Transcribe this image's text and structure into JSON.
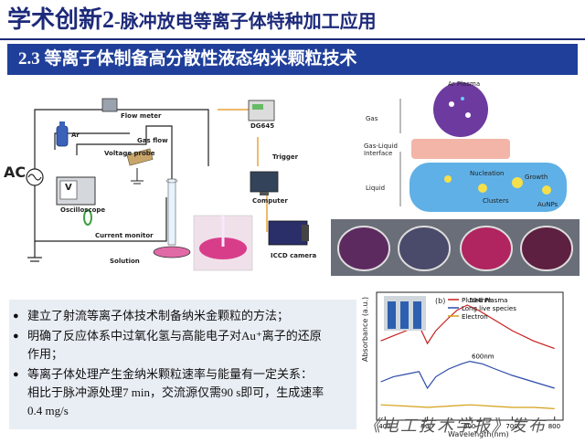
{
  "header": {
    "title_main": "学术创新2",
    "title_sub": "-脉冲放电等离子体特种加工应用"
  },
  "section": {
    "banner": "2.3 等离子体制备高分散性液态纳米颗粒技术"
  },
  "diagram": {
    "labels": {
      "ac": "AC",
      "flow_meter": "Flow meter",
      "ar": "Ar",
      "gas_flow": "Gas flow",
      "dg645": "DG645",
      "trigger": "Trigger",
      "voltage_probe": "Voltage probe",
      "oscilloscope": "Oscilloscope",
      "v": "V",
      "current_monitor": "Current monitor",
      "solution": "Solution",
      "computer": "Computer",
      "iccd": "ICCD camera"
    }
  },
  "schematic": {
    "ar_plasma": "Ar Plasma",
    "gas": "Gas",
    "interface": "Gas-Liquid\nInterface",
    "liquid": "Liquid",
    "nucleation": "Nucleation",
    "growth": "Growth",
    "clusters": "Clusters",
    "aunps": "AuNPs"
  },
  "bullets": [
    {
      "text": "建立了射流等离子体技术制备纳米金颗粒的方法；"
    },
    {
      "text": "明确了反应体系中过氧化氢与高能电子对Au⁺离子的还原"
    },
    {
      "text": "作用；",
      "continuation": true
    },
    {
      "text": "等离子体处理产生金纳米颗粒速率与能量有一定关系："
    },
    {
      "text": "相比于脉冲源处理7 min，交流源仅需90 s即可，生成速率",
      "continuation": true
    },
    {
      "text": "0.4 mg/s",
      "continuation": true
    }
  ],
  "chart_data": {
    "type": "line",
    "panel_label": "(b)",
    "xlabel": "Wavelength(nm)",
    "ylabel": "Absorbance (a.u.)",
    "xlim": [
      380,
      820
    ],
    "xticks": [
      400,
      500,
      600,
      700,
      800
    ],
    "series": [
      {
        "name": "Plused Plasma",
        "color": "#c81e1e",
        "x": [
          390,
          420,
          450,
          480,
          500,
          520,
          550,
          570,
          594,
          620,
          650,
          700,
          750,
          800
        ],
        "y": [
          0.62,
          0.66,
          0.7,
          0.74,
          0.6,
          0.7,
          0.8,
          0.86,
          0.9,
          0.86,
          0.8,
          0.7,
          0.62,
          0.56
        ]
      },
      {
        "name": "Long live species",
        "color": "#2b4aa8",
        "x": [
          390,
          420,
          450,
          480,
          500,
          520,
          550,
          580,
          600,
          630,
          660,
          700,
          750,
          800
        ],
        "y": [
          0.3,
          0.34,
          0.36,
          0.38,
          0.25,
          0.34,
          0.4,
          0.44,
          0.46,
          0.44,
          0.4,
          0.35,
          0.3,
          0.25
        ]
      },
      {
        "name": "Electron",
        "color": "#d4a017",
        "x": [
          390,
          450,
          500,
          550,
          600,
          650,
          700,
          750,
          800
        ],
        "y": [
          0.12,
          0.11,
          0.1,
          0.11,
          0.12,
          0.11,
          0.1,
          0.1,
          0.09
        ]
      }
    ],
    "annotations": [
      {
        "text": "594nm",
        "x": 594,
        "y": 0.9
      },
      {
        "text": "600nm",
        "x": 600,
        "y": 0.46
      }
    ]
  },
  "watermark": "《电工技术学报》发布",
  "colors": {
    "title": "#1d2a7a",
    "banner": "#1f3f9a",
    "bullets_bg": "#e9eef5"
  }
}
